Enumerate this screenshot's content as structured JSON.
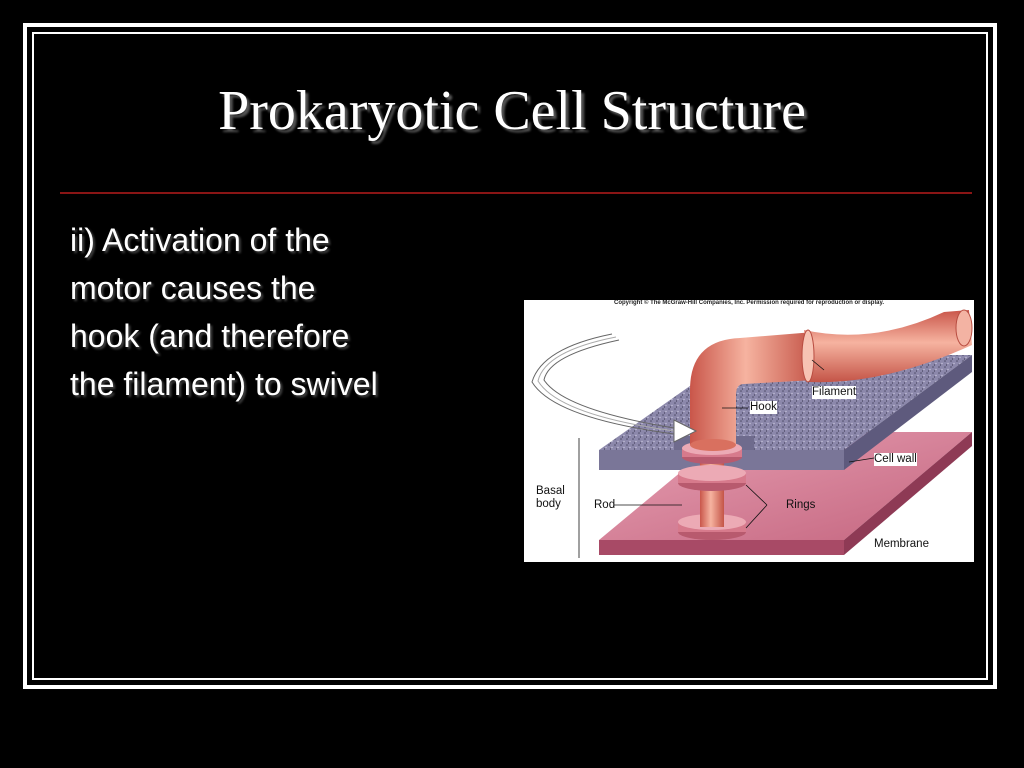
{
  "slide": {
    "title": "Prokaryotic Cell Structure",
    "bullet": "ii) Activation of the\n    motor causes the\n    hook (and therefore\n    the filament) to swivel"
  },
  "figure": {
    "copyright": "Copyright © The McGraw-Hill Companies, Inc. Permission required for reproduction or display.",
    "labels": {
      "filament": "Filament",
      "hook": "Hook",
      "cell_wall": "Cell wall",
      "basal": "Basal",
      "body": "body",
      "rod": "Rod",
      "rings": "Rings",
      "membrane": "Membrane"
    }
  },
  "colors": {
    "background": "#000000",
    "frame": "#ffffff",
    "divider": "#8a1515",
    "flagellum": "#e8826a",
    "cell_wall": "#8a86a8",
    "membrane": "#c76a86"
  }
}
